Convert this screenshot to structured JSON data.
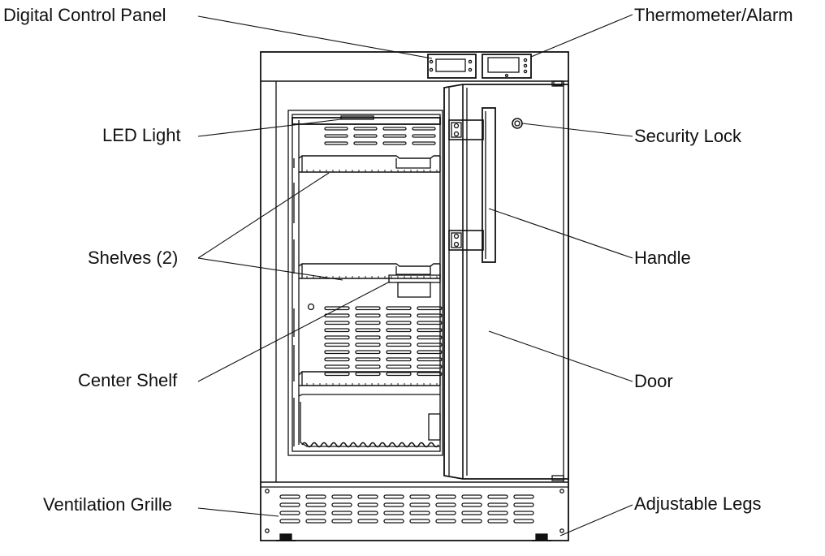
{
  "diagram": {
    "labels": {
      "digital_control_panel": "Digital Control Panel",
      "thermometer_alarm": "Thermometer/Alarm",
      "led_light": "LED Light",
      "security_lock": "Security Lock",
      "shelves": "Shelves (2)",
      "handle": "Handle",
      "center_shelf": "Center Shelf",
      "door": "Door",
      "ventilation_grille": "Ventilation Grille",
      "adjustable_legs": "Adjustable Legs"
    }
  }
}
